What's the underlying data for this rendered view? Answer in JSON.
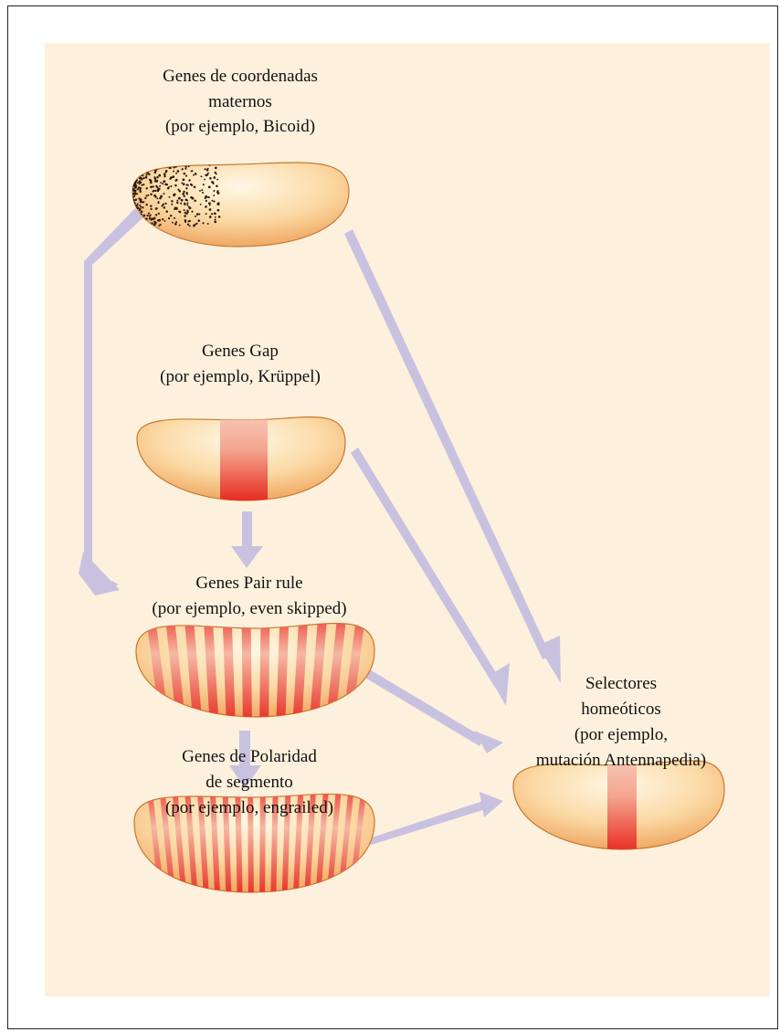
{
  "labels": {
    "maternal": [
      "Genes de coordenadas",
      "maternos",
      "(por ejemplo, Bicoid)"
    ],
    "gap": [
      "Genes Gap",
      "(por ejemplo, Krüppel)"
    ],
    "pair_rule": [
      "Genes Pair rule",
      "(por ejemplo, even skipped)"
    ],
    "segment_polarity": [
      "Genes de Polaridad",
      "de segmento",
      "(por ejemplo, engrailed)"
    ],
    "homeotic": [
      "Selectores",
      "homeóticos",
      "(por ejemplo,",
      "mutación Antennapedia)"
    ]
  },
  "colors": {
    "background": "#fdf1de",
    "embryo_light": "#fff4dc",
    "embryo_dark": "#f2b36e",
    "embryo_outline": "#c8782f",
    "stripe_red": "#e8231b",
    "stripe_pink": "#f7c6b8",
    "arrow": "#c8c2e0",
    "dots": "#2a1a10"
  }
}
